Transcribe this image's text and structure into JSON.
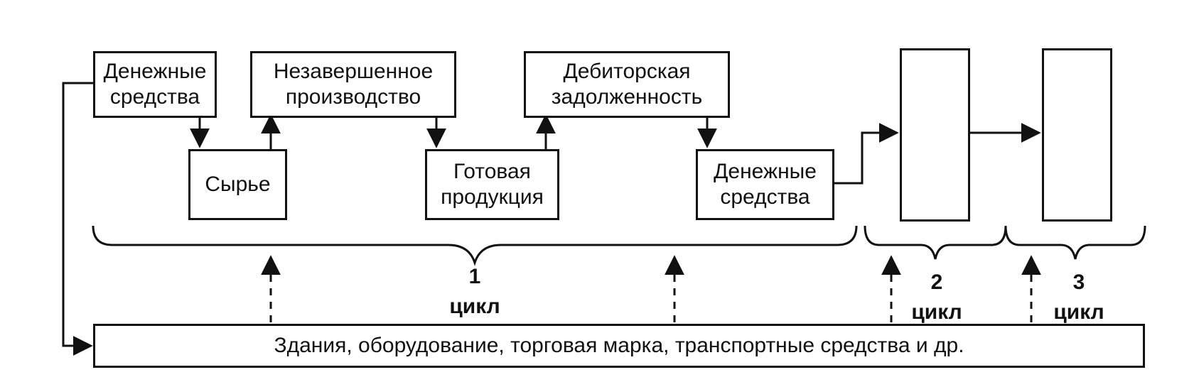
{
  "boxes": {
    "cash_start": "Денежные\nсредства",
    "raw_materials": "Сырье",
    "wip": "Незавершенное\nпроизводство",
    "finished_goods": "Готовая\nпродукция",
    "receivables": "Дебиторская\nзадолженность",
    "cash_end": "Денежные\nсредства",
    "cycle2_box": "",
    "cycle3_box": ""
  },
  "cycles": [
    {
      "number": "1",
      "word": "цикл"
    },
    {
      "number": "2",
      "word": "цикл"
    },
    {
      "number": "3",
      "word": "цикл"
    }
  ],
  "bottom_bar": "Здания, оборудование, торговая марка, транспортные средства и др."
}
